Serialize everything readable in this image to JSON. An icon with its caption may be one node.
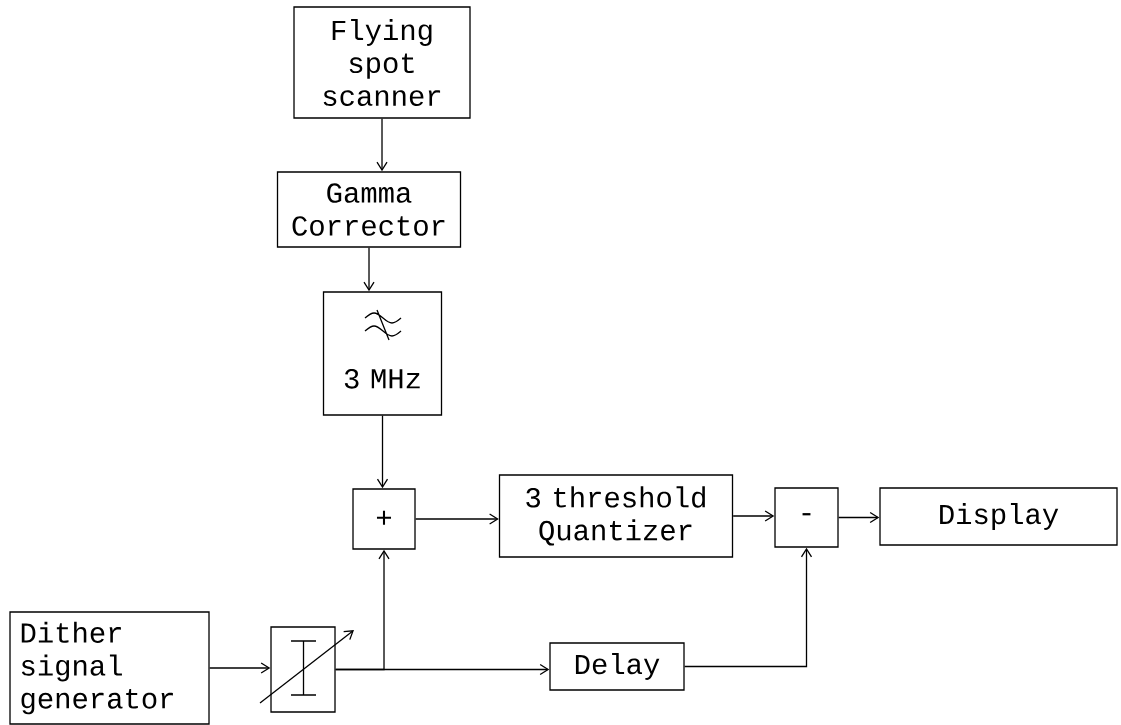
{
  "diagram": {
    "nodes": [
      {
        "text": [
          "Flying spot scanner"
        ]
      },
      {
        "text": [
          "Gamma Corrector"
        ]
      },
      {
        "text": [
          "3 MHz"
        ]
      },
      {
        "text": [
          "+"
        ]
      },
      {
        "text": [
          "3 threshold Quantizer"
        ]
      },
      {
        "text": [
          "-"
        ]
      },
      {
        "text": [
          "Display"
        ]
      },
      {
        "text": [
          "Dither signal generator"
        ]
      },
      {
        "text": [],
        "shape": "box"
      },
      {
        "text": [
          "Delay"
        ]
      }
    ],
    "edges": [
      {
        "from": 0,
        "to": 1,
        "arrow": "to"
      },
      {
        "from": 1,
        "to": 2,
        "arrow": "to"
      },
      {
        "from": 2,
        "to": 3,
        "arrow": "to"
      },
      {
        "from": 3,
        "to": 4,
        "arrow": "to"
      },
      {
        "from": 4,
        "to": 5,
        "arrow": "to"
      },
      {
        "from": 5,
        "to": 6,
        "arrow": "to"
      },
      {
        "from": 7,
        "to": 8,
        "arrow": "to"
      },
      {
        "from": 8,
        "to": 3,
        "arrow": "to"
      },
      {
        "from": 8,
        "to": 9,
        "arrow": "to"
      },
      {
        "from": 9,
        "to": 5,
        "arrow": "to"
      }
    ]
  }
}
